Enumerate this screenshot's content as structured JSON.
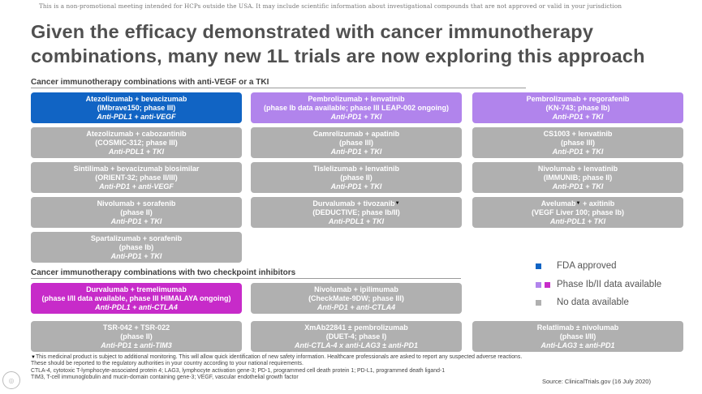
{
  "disclaimer": "This is a non-promotional meeting intended for HCPs outside the USA. It may include scientific information about investigational compounds that are not approved or valid in your jurisdiction",
  "title_line1": "Given the efficacy demonstrated with cancer immunotherapy",
  "title_line2": "combinations, many new 1L trials are now exploring this approach",
  "section1": {
    "label": "Cancer immunotherapy combinations with anti-VEGF or a TKI"
  },
  "section2": {
    "label": "Cancer immunotherapy combinations with two checkpoint inhibitors"
  },
  "colors": {
    "fda_approved": "#1164c4",
    "phase_data_purple": "#b184ec",
    "phase_data_magenta": "#c72bc9",
    "no_data": "#b0b0b0"
  },
  "boxes": {
    "atezo_bev": {
      "l1": "Atezolizumab + bevacizumab",
      "l2": "(IMbrave150; phase III)",
      "l3": "Anti-PDL1 + anti-VEGF",
      "status": "fda_approved"
    },
    "atezo_cabo": {
      "l1": "Atezolizumab + cabozantinib",
      "l2": "(COSMIC-312; phase III)",
      "l3": "Anti-PDL1 + TKI",
      "status": "no_data"
    },
    "sinti_bev": {
      "l1": "Sintilimab + bevacizumab biosimilar",
      "l2": "(ORIENT-32; phase II/III)",
      "l3": "Anti-PD1 + anti-VEGF",
      "status": "no_data"
    },
    "nivo_sora": {
      "l1": "Nivolumab + sorafenib",
      "l2": "(phase II)",
      "l3": "Anti-PD1 + TKI",
      "status": "no_data"
    },
    "sparta_sora": {
      "l1": "Spartalizumab + sorafenib",
      "l2": "(phase Ib)",
      "l3": "Anti-PD1 + TKI",
      "status": "no_data"
    },
    "pembro_lenva": {
      "l1": "Pembrolizumab + lenvatinib",
      "l2": "(phase Ib data available; phase III LEAP-002 ongoing)",
      "l3": "Anti-PD1 + TKI",
      "status": "phase_data"
    },
    "camre_apa": {
      "l1": "Camrelizumab + apatinib",
      "l2": "(phase III)",
      "l3": "Anti-PD1 + TKI",
      "status": "no_data"
    },
    "tisle_lenva": {
      "l1": "Tislelizumab + lenvatinib",
      "l2": "(phase II)",
      "l3": "Anti-PD1 + TKI",
      "status": "no_data"
    },
    "durva_tivo": {
      "l1": "Durvalumab + tivozanib",
      "l2": "(DEDUCTIVE; phase Ib/II)",
      "l3": "Anti-PDL1 + TKI",
      "status": "no_data"
    },
    "pembro_rego": {
      "l1": "Pembrolizumab + regorafenib",
      "l2": "(KN-743; phase Ib)",
      "l3": "Anti-PD1 + TKI",
      "status": "phase_data"
    },
    "cs1003_lenva": {
      "l1": "CS1003 + lenvatinib",
      "l2": "(phase III)",
      "l3": "Anti-PD1 + TKI",
      "status": "no_data"
    },
    "nivo_lenva": {
      "l1": "Nivolumab + lenvatinib",
      "l2": "(IMMUNIB; phase II)",
      "l3": "Anti-PD1 + TKI",
      "status": "no_data"
    },
    "avel_axi": {
      "l1": "Avelumab",
      "l1b": " + axitinib",
      "l2": "(VEGF Liver 100; phase Ib)",
      "l3": "Anti-PDL1 + TKI",
      "status": "no_data"
    },
    "durva_treme": {
      "l1": "Durvalumab + tremelimumab",
      "l2": "(phase I/II data available, phase III HIMALAYA ongoing)",
      "l3": "Anti-PDL1 + anti-CTLA4",
      "status": "phase_data"
    },
    "tsr": {
      "l1": "TSR-042 + TSR-022",
      "l2": "(phase II)",
      "l3": "Anti-PD1 ± anti-TIM3",
      "status": "no_data"
    },
    "nivo_ipi": {
      "l1": "Nivolumab + ipilimumab",
      "l2": "(CheckMate-9DW; phase III)",
      "l3": "Anti-PD1 + anti-CTLA4",
      "status": "no_data"
    },
    "xmab_pembro": {
      "l1": "XmAb22841 ± pembrolizumab",
      "l2": "(DUET-4; phase I)",
      "l3": "Anti-CTLA-4 x anti-LAG3 ± anti-PD1",
      "status": "no_data"
    },
    "rela_nivo": {
      "l1": "Relatlimab ± nivolumab",
      "l2": "(phase I/II)",
      "l3": "Anti-LAG3 ± anti-PD1",
      "status": "no_data"
    }
  },
  "legend": {
    "fda": "FDA approved",
    "phase": "Phase Ib/II data available",
    "none": "No data available"
  },
  "footnote": {
    "p1": "This medicinal product is subject to additional monitoring. This will allow quick identification of new safety information. Healthcare professionals are asked to report any suspected adverse reactions. These should be reported to the regulatory authorities in your country according to your national requirements.",
    "p2": "CTLA-4, cytotoxic T-lymphocyte-associated protein 4; LAG3, lymphocyte activation gene-3; PD-1, programmed cell death protein 1; PD-L1, programmed death ligand-1",
    "p3": "TIM3, T-cell immunoglobulin and mucin-domain containing gene-3; VEGF, vascular endothelial growth factor"
  },
  "source": "Source: ClinicalTrials.gov (16 July 2020)"
}
